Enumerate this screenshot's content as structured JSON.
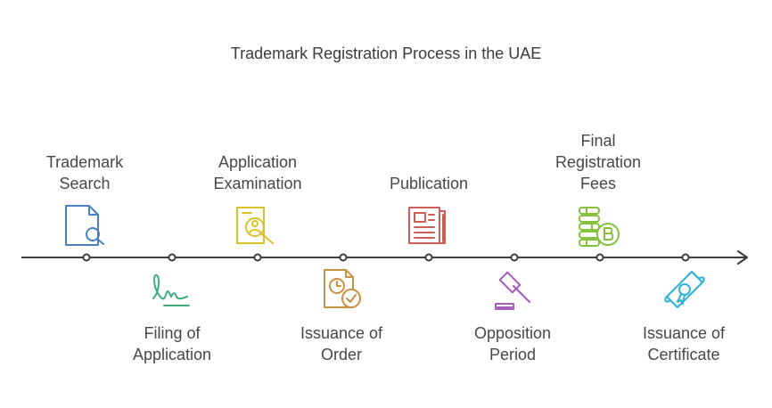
{
  "title": "Trademark Registration Process in the UAE",
  "steps": [
    {
      "label_lines": [
        "Trademark",
        "Search"
      ],
      "icon": "search-document-icon",
      "color": "#4a7fc1",
      "side": "top"
    },
    {
      "label_lines": [
        "Filing of",
        "Application"
      ],
      "icon": "signature-icon",
      "color": "#3fae7c",
      "side": "bottom"
    },
    {
      "label_lines": [
        "Application",
        "Examination"
      ],
      "icon": "inspection-icon",
      "color": "#d8c22a",
      "side": "top"
    },
    {
      "label_lines": [
        "Issuance of",
        "Order"
      ],
      "icon": "document-clock-check-icon",
      "color": "#c99243",
      "side": "bottom"
    },
    {
      "label_lines": [
        "Publication"
      ],
      "icon": "newspaper-icon",
      "color": "#cc5e5a",
      "side": "top"
    },
    {
      "label_lines": [
        "Opposition",
        "Period"
      ],
      "icon": "gavel-icon",
      "color": "#a65bc0",
      "side": "bottom"
    },
    {
      "label_lines": [
        "Final",
        "Registration",
        "Fees"
      ],
      "icon": "coins-bitcoin-icon",
      "color": "#86c23e",
      "side": "top"
    },
    {
      "label_lines": [
        "Issuance of",
        "Certificate"
      ],
      "icon": "diploma-icon",
      "color": "#2cb2d8",
      "side": "bottom"
    }
  ]
}
